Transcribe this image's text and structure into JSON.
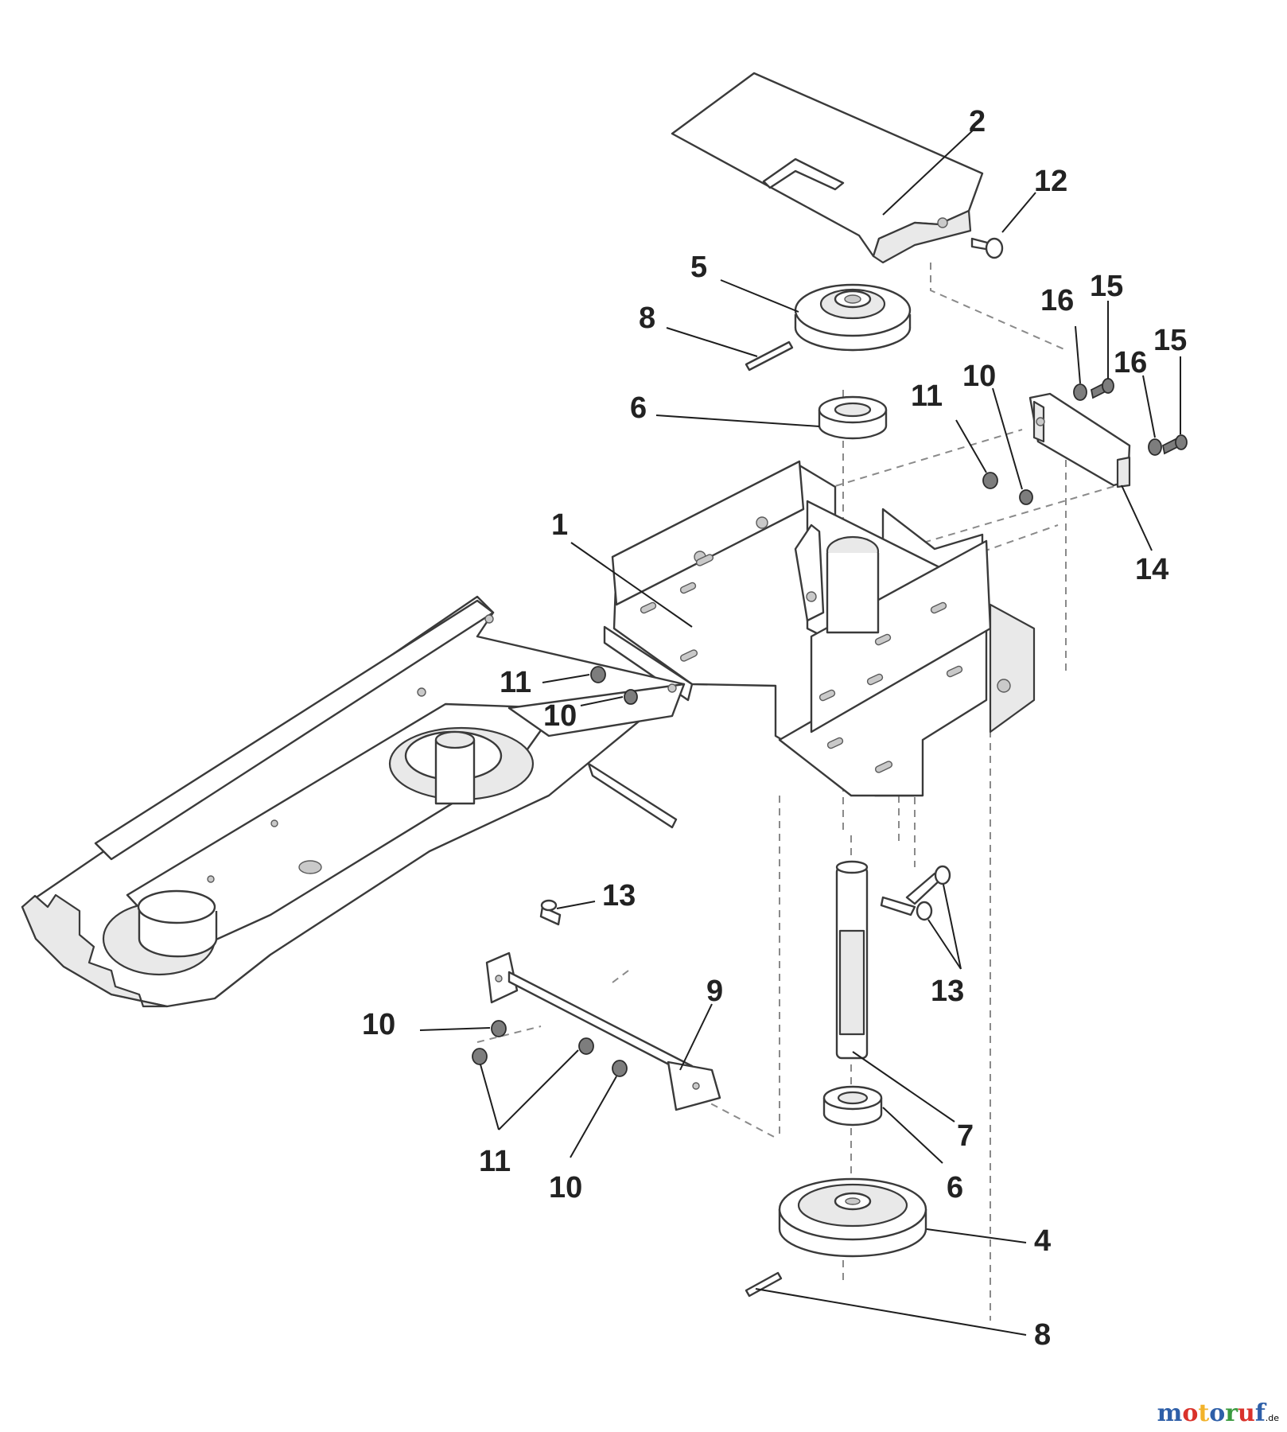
{
  "callouts": {
    "c1": "1",
    "c2": "2",
    "c4": "4",
    "c5": "5",
    "c6a": "6",
    "c6b": "6",
    "c7": "7",
    "c8a": "8",
    "c8b": "8",
    "c9": "9",
    "c10a": "10",
    "c10b": "10",
    "c10c": "10",
    "c10d": "10",
    "c11a": "11",
    "c11b": "11",
    "c11c": "11",
    "c12": "12",
    "c13a": "13",
    "c13b": "13",
    "c14": "14",
    "c15a": "15",
    "c15b": "15",
    "c16a": "16",
    "c16b": "16"
  },
  "watermark": {
    "text": "motoruf",
    "suffix": ".de",
    "letter_colors": [
      "#2e5fa8",
      "#d9322b",
      "#f2b22a",
      "#2e5fa8",
      "#3a9a3f",
      "#d9322b",
      "#2e5fa8"
    ]
  }
}
